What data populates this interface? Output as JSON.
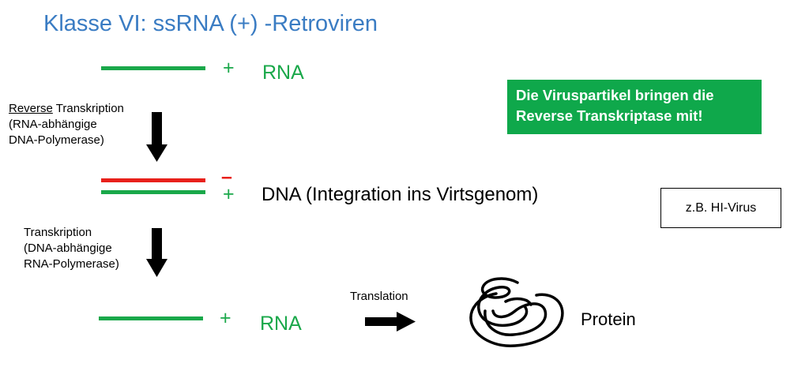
{
  "title": "Klasse VI: ssRNA (+) -Retroviren",
  "colors": {
    "title": "#3a7cc3",
    "green": "#1aa84a",
    "red": "#e8201b",
    "box_green": "#0fa84b"
  },
  "strands": {
    "top": {
      "sign": "+",
      "label": "RNA"
    },
    "middle": {
      "minus_sign": "–",
      "plus_sign": "+",
      "label": "DNA (Integration ins Virtsgenom)"
    },
    "bottom": {
      "sign": "+",
      "label": "RNA"
    }
  },
  "step1": {
    "underlined": "Reverse",
    "line1_rest": " Transkription",
    "line2": "(RNA-abhängige",
    "line3": "DNA-Polymerase)"
  },
  "step2": {
    "line1": "Transkription",
    "line2": "(DNA-abhängige",
    "line3": "RNA-Polymerase)"
  },
  "translation": {
    "label": "Translation",
    "product": "Protein"
  },
  "note_box": {
    "line1": "Die Viruspartikel bringen die",
    "line2": "Reverse Transkriptase mit!"
  },
  "example_box": {
    "text": "z.B. HI-Virus"
  },
  "icons": {
    "arrows": "arrow-down-icon, arrow-right-icon",
    "protein": "protein-scribble-icon"
  }
}
